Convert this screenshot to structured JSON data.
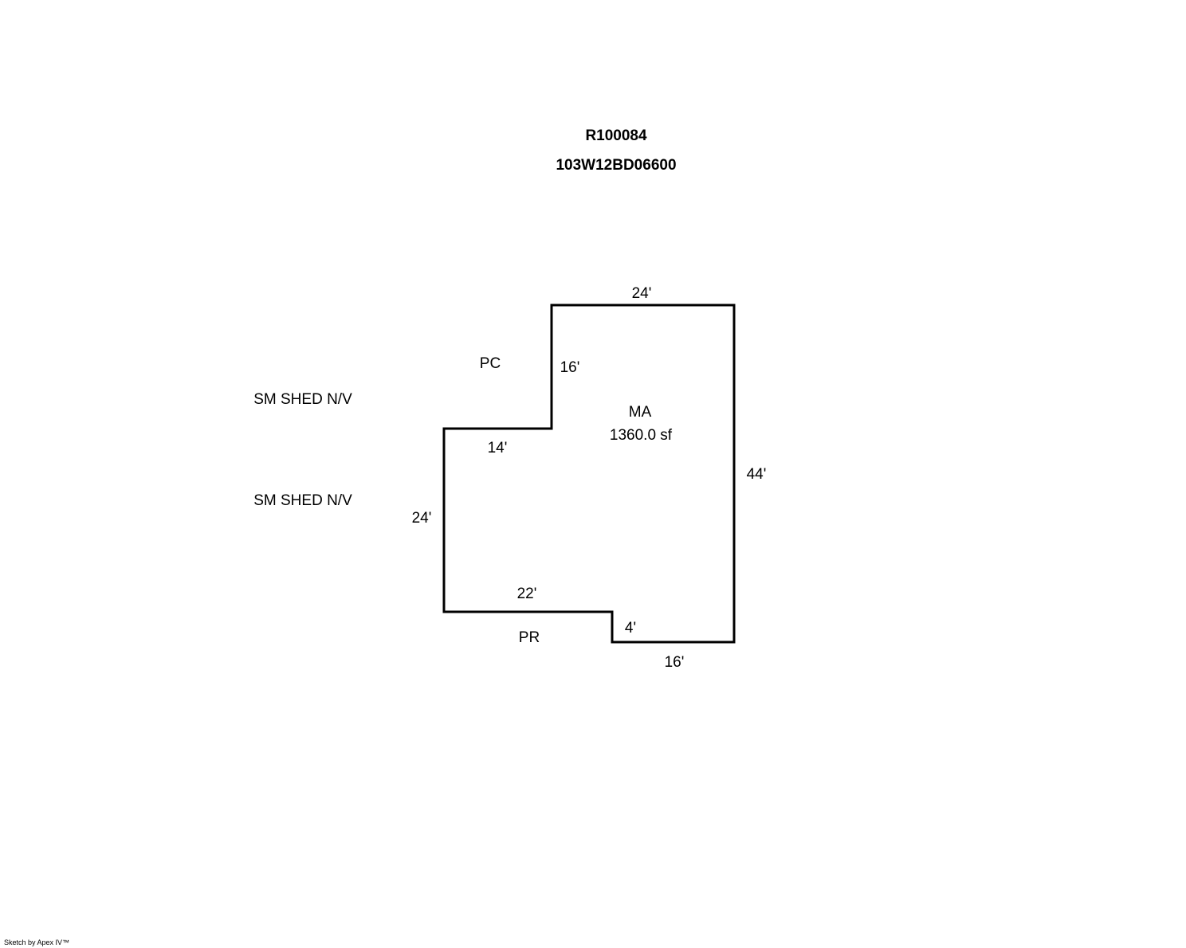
{
  "header": {
    "record_id": "R100084",
    "parcel_id": "103W12BD06600"
  },
  "sketch": {
    "area": {
      "code": "MA",
      "size": "1360.0 sf"
    },
    "dimensions": {
      "top": "24'",
      "right": "44'",
      "bottom_right": "16'",
      "notch_step": "4'",
      "bottom_left": "22'",
      "left": "24'",
      "inner_step_horizontal": "14'",
      "inner_step_vertical": "16'"
    },
    "annotations": {
      "pc": "PC",
      "pr": "PR",
      "shed_1": "SM SHED N/V",
      "shed_2": "SM SHED N/V"
    }
  },
  "footer": {
    "credit": "Sketch by Apex IV™"
  },
  "colors": {
    "line": "#000000",
    "background": "#ffffff"
  }
}
